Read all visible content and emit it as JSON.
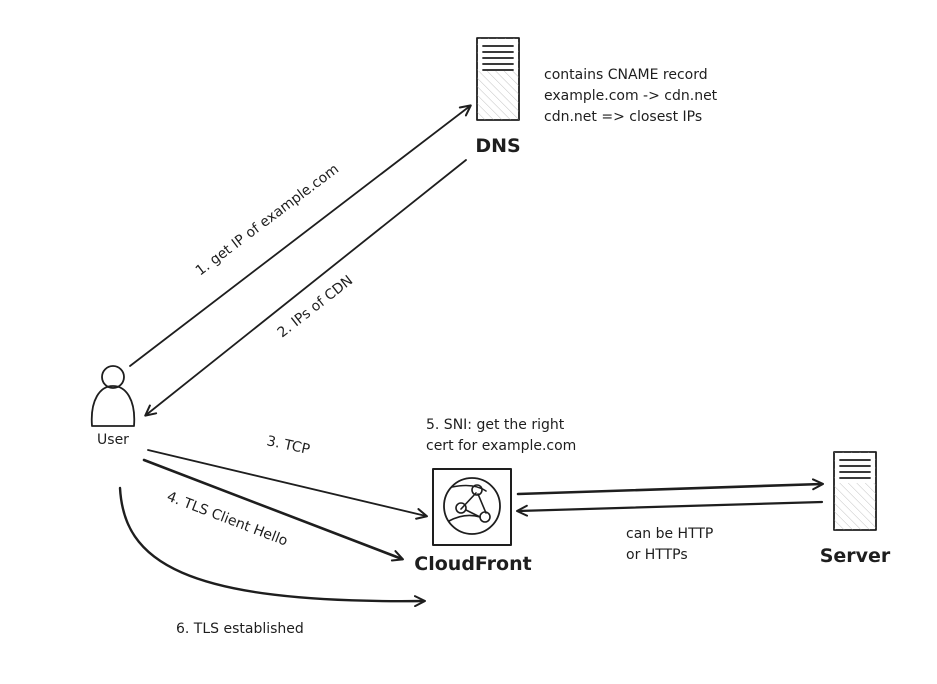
{
  "nodes": {
    "dns": {
      "label": "DNS",
      "icon": "server-icon"
    },
    "user": {
      "label": "User",
      "icon": "user-icon"
    },
    "cloudfront": {
      "label": "CloudFront",
      "icon": "cloudfront-icon"
    },
    "server": {
      "label": "Server",
      "icon": "server-icon"
    }
  },
  "notes": {
    "dns_note": [
      "contains CNAME record",
      "example.com -> cdn.net",
      "cdn.net => closest IPs"
    ],
    "sni_note": [
      "5. SNI: get the right",
      "cert for example.com"
    ],
    "http_note": [
      "can be HTTP",
      "or HTTPs"
    ]
  },
  "edges": {
    "step1": "1. get IP of example.com",
    "step2": "2. IPs of CDN",
    "step3": "3. TCP",
    "step4": "4. TLS Client Hello",
    "step6": "6. TLS established"
  },
  "colors": {
    "stroke": "#1e1e1e",
    "cloudfront_fill": "#c8c8f0",
    "hatch": "#9a9a9a"
  }
}
